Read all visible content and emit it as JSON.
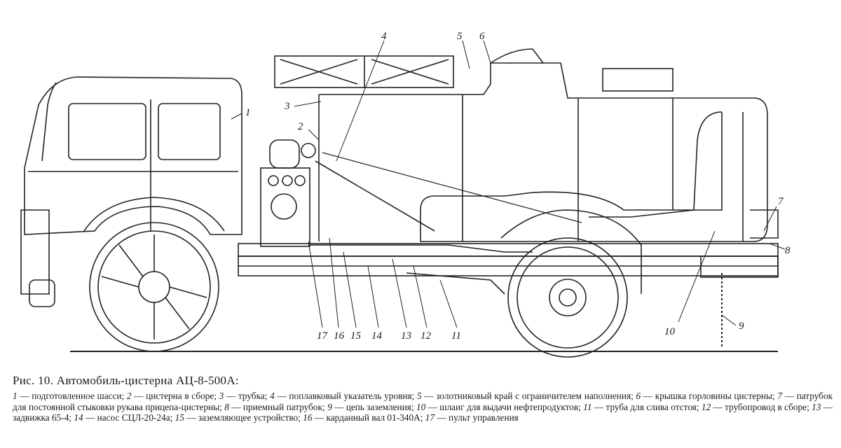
{
  "caption": {
    "title": "Рис. 10. Автомобиль-цистерна АЦ-8-500А:",
    "legend": [
      {
        "n": "1",
        "text": "подготовленное шасси;"
      },
      {
        "n": "2",
        "text": "цистерна в сборе;"
      },
      {
        "n": "3",
        "text": "трубка;"
      },
      {
        "n": "4",
        "text": "поплавковый указатель уровня;"
      },
      {
        "n": "5",
        "text": "золотниковый край с ограничителем наполнения;"
      },
      {
        "n": "6",
        "text": "крышка горловины цистерны;"
      },
      {
        "n": "7",
        "text": "патрубок для постоянной стыковки рукава прицепа-цистерны;"
      },
      {
        "n": "8",
        "text": "приемный патрубок;"
      },
      {
        "n": "9",
        "text": "цепь заземления;"
      },
      {
        "n": "10",
        "text": "шлаиг для выдачи нефтепродуктов;"
      },
      {
        "n": "11",
        "text": "труба для слива отстоя;"
      },
      {
        "n": "12",
        "text": "трубопровод в сборе;"
      },
      {
        "n": "13",
        "text": "задвижка 65-4;"
      },
      {
        "n": "14",
        "text": "насос СЦЛ-20-24а;"
      },
      {
        "n": "15",
        "text": "заземляющее устройство;"
      },
      {
        "n": "16",
        "text": "карданный вал 01-340А;"
      },
      {
        "n": "17",
        "text": "пульт управления"
      }
    ]
  },
  "callouts": [
    "1",
    "2",
    "3",
    "4",
    "5",
    "6",
    "7",
    "8",
    "9",
    "10",
    "11",
    "12",
    "13",
    "14",
    "15",
    "16",
    "17"
  ]
}
